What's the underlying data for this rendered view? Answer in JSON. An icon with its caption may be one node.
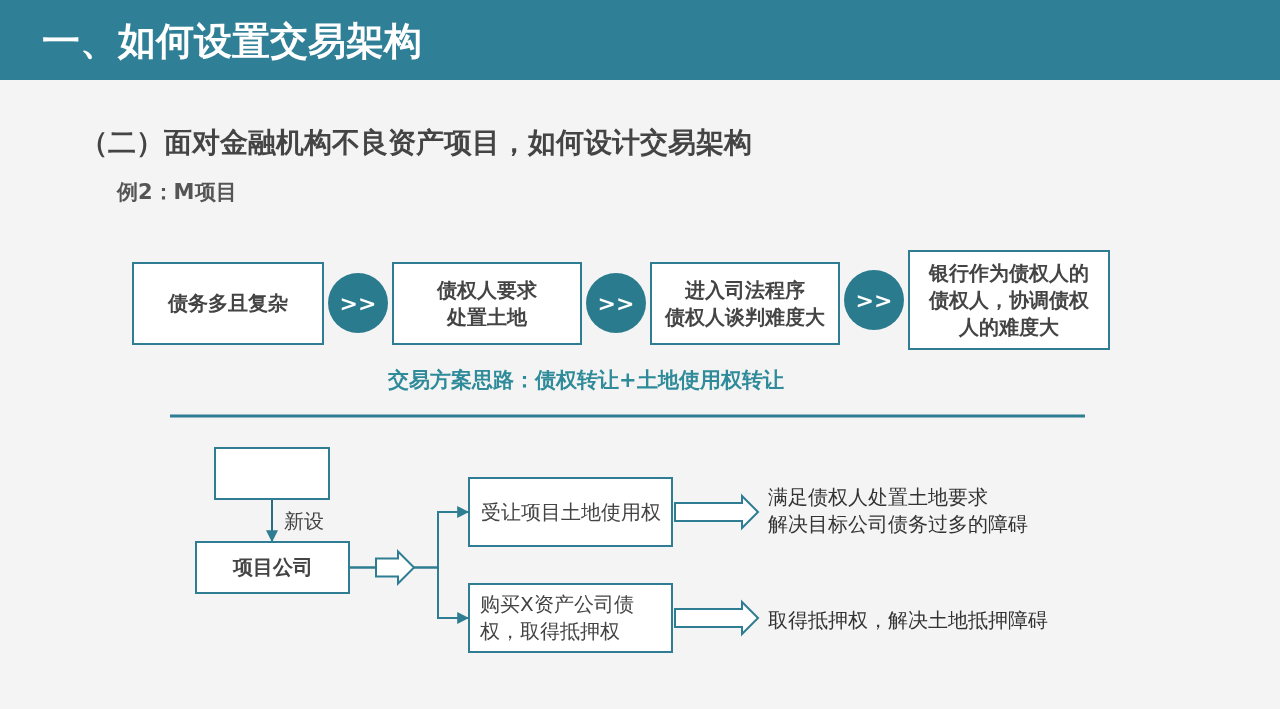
{
  "diagram": {
    "title": "一、如何设置交易架构",
    "nodes": [
      {
        "text": [
          "债务多且复杂"
        ]
      },
      {
        "text": [
          ">>"
        ]
      },
      {
        "text": [
          "债权人要求处置土地"
        ]
      },
      {
        "text": [
          ">>"
        ]
      },
      {
        "text": [
          "进入司法程序",
          "债权人谈判难度大"
        ]
      },
      {
        "text": [
          ">>"
        ]
      },
      {
        "text": [
          "银行作为债权人的债权人，协调债权人的难度大"
        ]
      },
      {
        "text": [],
        "shape": "box"
      },
      {
        "text": [
          "项目公司"
        ]
      },
      {
        "text": [
          "受让项目土地使用权"
        ]
      },
      {
        "text": [
          "购买X资产公司债权，取得抵押权"
        ]
      },
      {
        "text": [
          "满足债权人处置土地要求",
          "解决目标公司债务过多的障碍"
        ]
      },
      {
        "text": [
          "取得抵押权，解决土地抵押障碍"
        ]
      }
    ],
    "edges": [
      {
        "from": 7,
        "to": 8,
        "arrow": "to",
        "label": "新设"
      },
      {
        "from": 8,
        "to": 9,
        "arrow": "to"
      },
      {
        "from": 8,
        "to": 10,
        "arrow": "to"
      },
      {
        "from": 9,
        "to": 11,
        "arrow": "to"
      },
      {
        "from": 10,
        "to": 12,
        "arrow": "to"
      }
    ],
    "labels": [
      "（二）面对金融机构不良资产项目，如何设计交易架构",
      "例2：M项目",
      "交易方案思路：债权转让+土地使用权转让"
    ]
  }
}
